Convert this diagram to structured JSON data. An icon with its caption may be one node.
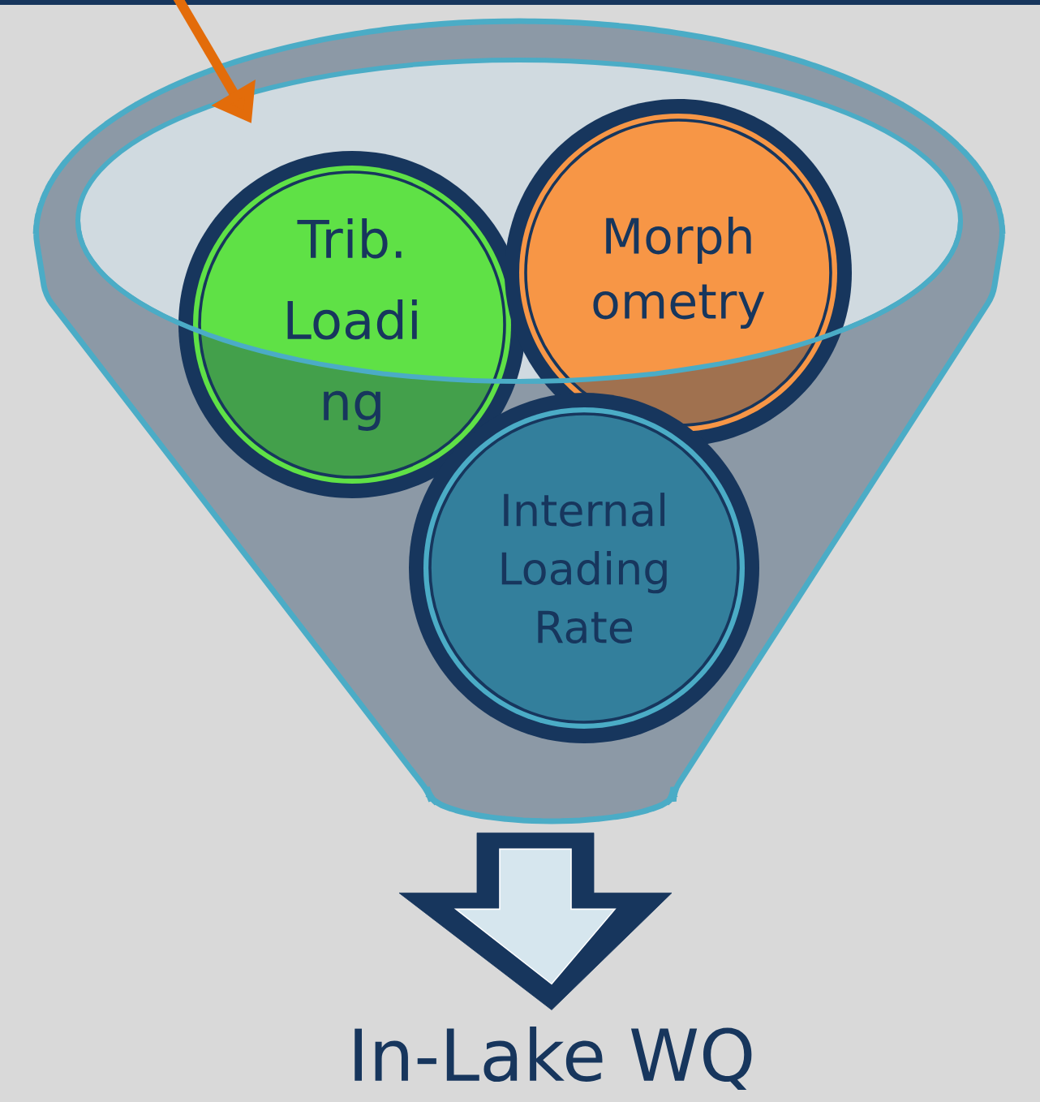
{
  "diagram": {
    "nodes": [
      {
        "text": [],
        "shape": "funnel"
      },
      {
        "text": [
          "Trib. Loadi ng"
        ],
        "in": 0
      },
      {
        "text": [
          "Morph ometry"
        ],
        "in": 0
      },
      {
        "text": [
          "Internal Loading Rate"
        ],
        "in": 0
      },
      {
        "text": [
          "In-Lake WQ"
        ]
      }
    ],
    "edges": [
      {
        "from": null,
        "to": 0,
        "arrow": "to",
        "color": "#e36c0a"
      },
      {
        "from": 0,
        "to": 4,
        "arrow": "to",
        "style": "thick"
      }
    ]
  }
}
